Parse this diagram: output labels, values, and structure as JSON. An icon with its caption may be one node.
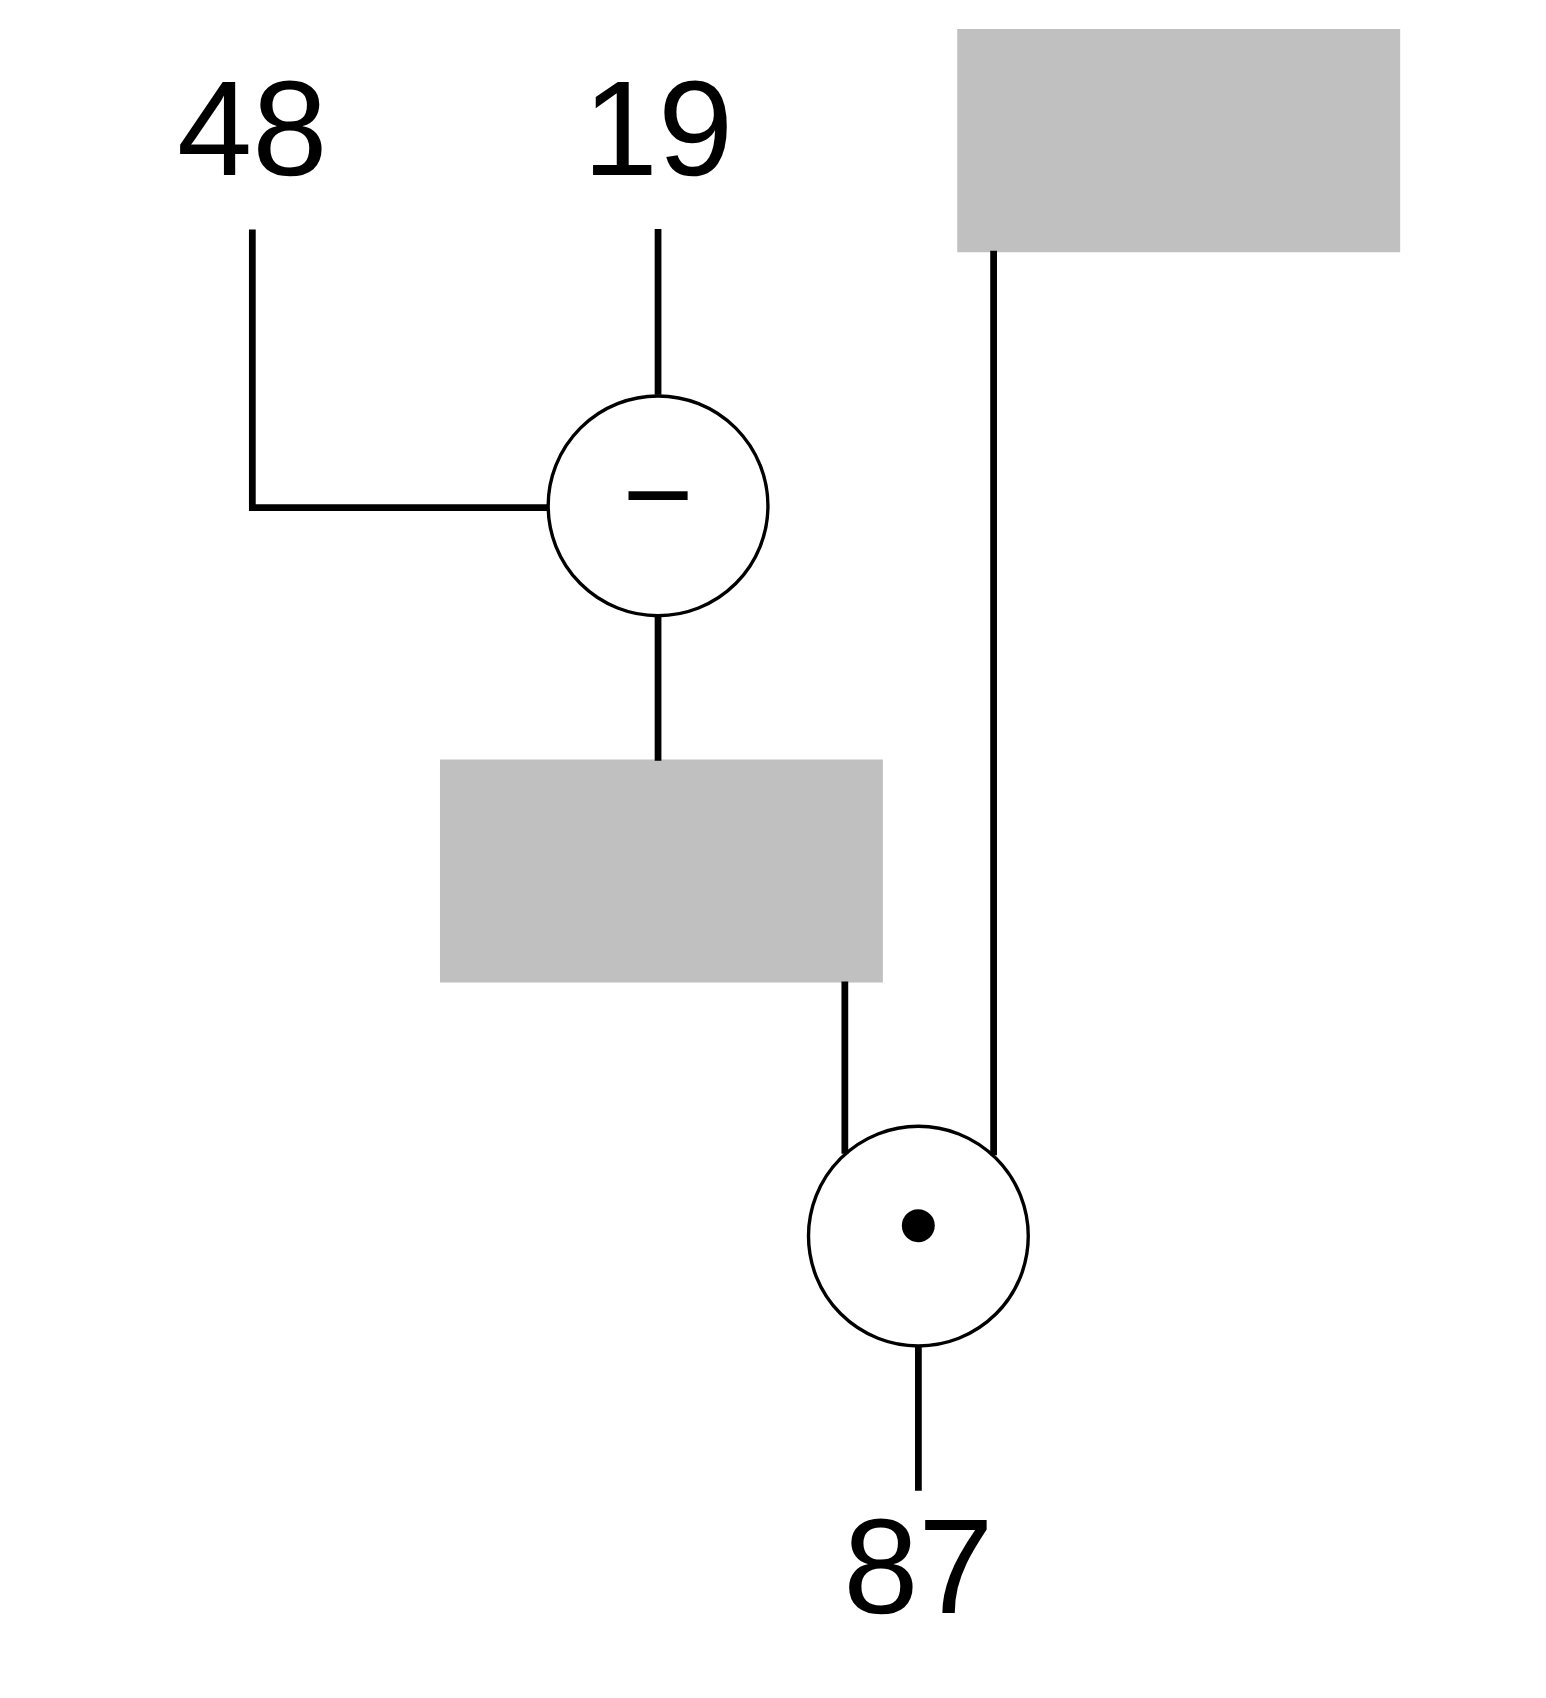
{
  "diagram": {
    "nodes": [
      {
        "text": [
          "48"
        ]
      },
      {
        "text": [
          "19"
        ]
      },
      {
        "text": [],
        "shape": "box"
      },
      {
        "text": [
          "−"
        ]
      },
      {
        "text": [],
        "shape": "box"
      },
      {
        "text": [
          "•"
        ]
      },
      {
        "text": [
          "87"
        ]
      }
    ],
    "edges": [
      {
        "from": 0,
        "to": 3,
        "arrow": "none"
      },
      {
        "from": 1,
        "to": 3,
        "arrow": "none"
      },
      {
        "from": 3,
        "to": 4,
        "arrow": "none"
      },
      {
        "from": 4,
        "to": 5,
        "arrow": "none"
      },
      {
        "from": 2,
        "to": 5,
        "arrow": "none"
      },
      {
        "from": 5,
        "to": 6,
        "arrow": "none"
      }
    ]
  }
}
